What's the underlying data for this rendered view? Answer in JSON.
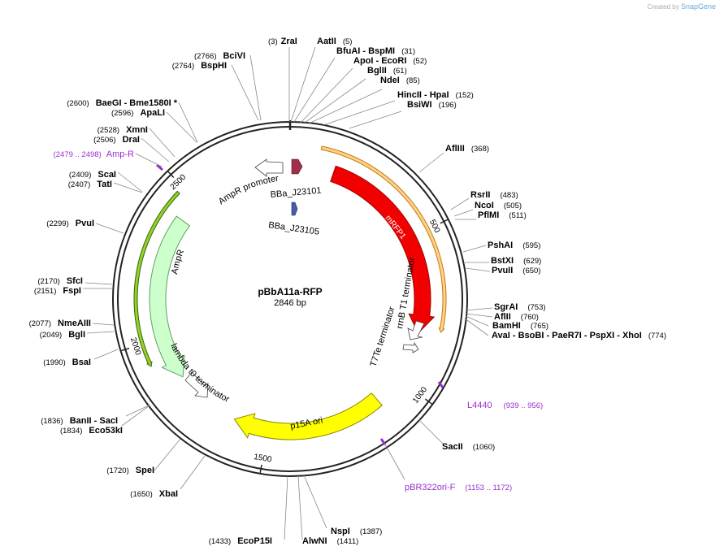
{
  "watermark": {
    "prefix": "Created by",
    "brand": "SnapGene"
  },
  "plasmid": {
    "name": "pBbA11a-RFP",
    "length_label": "2846 bp",
    "length": 2846
  },
  "ticks": [
    {
      "pos": 500,
      "label": "500"
    },
    {
      "pos": 1000,
      "label": "1000"
    },
    {
      "pos": 1500,
      "label": "1500"
    },
    {
      "pos": 2000,
      "label": "2000"
    },
    {
      "pos": 2500,
      "label": "2500"
    }
  ],
  "features": [
    {
      "id": "mrfp1",
      "label": "mRFP1",
      "start": 150,
      "end": 830,
      "ring": "inner",
      "color": "#f20000",
      "stroke": "#a00000",
      "label_color": "#ffffff"
    },
    {
      "id": "orange-arc",
      "label": "",
      "start": 93,
      "end": 810,
      "ring": "outer",
      "color": "#ffd28a",
      "stroke": "#c37a10",
      "label_color": "#000000"
    },
    {
      "id": "p15a-ori",
      "label": "p15A ori",
      "start": 1100,
      "end": 1620,
      "ring": "inner",
      "color": "#ffff00",
      "stroke": "#888800",
      "label_color": "#000000"
    },
    {
      "id": "ampr",
      "label": "AmpR",
      "start": 2420,
      "end": 1850,
      "ring": "inner",
      "color": "#ccffcc",
      "stroke": "#60a060",
      "label_color": "#000000"
    },
    {
      "id": "green-arc",
      "label": "",
      "start": 2480,
      "end": 1930,
      "ring": "outer",
      "color": "#9acd32",
      "stroke": "#2e6b00",
      "label_color": "#000000"
    }
  ],
  "labels": [
    {
      "id": "ampr-promoter",
      "text": "AmpR promoter"
    },
    {
      "id": "bba-j23101",
      "text": "BBa_J23101"
    },
    {
      "id": "bba-j23105",
      "text": "BBa_J23105"
    },
    {
      "id": "rrnb-t1",
      "text": "rrnB T1 terminator"
    },
    {
      "id": "t7te",
      "text": "T7Te terminator"
    },
    {
      "id": "lambda-t0",
      "text": "lambda t0 terminator"
    },
    {
      "id": "ampr-label",
      "text": "AmpR"
    },
    {
      "id": "p15a-label",
      "text": "p15A ori"
    }
  ],
  "sites": [
    {
      "name": "ZraI",
      "pos": "(3)",
      "side": "R"
    },
    {
      "name": "AatII",
      "pos": "(5)",
      "side": "R"
    },
    {
      "name": "BfuAI - BspMI",
      "pos": "(31)",
      "side": "R"
    },
    {
      "name": "ApoI - EcoRI",
      "pos": "(52)",
      "side": "R"
    },
    {
      "name": "BglII",
      "pos": "(61)",
      "side": "R"
    },
    {
      "name": "NdeI",
      "pos": "(85)",
      "side": "R"
    },
    {
      "name": "HincII - HpaI",
      "pos": "(152)",
      "side": "R"
    },
    {
      "name": "BsiWI",
      "pos": "(196)",
      "side": "R"
    },
    {
      "name": "AflIII",
      "pos": "(368)",
      "side": "R"
    },
    {
      "name": "RsrII",
      "pos": "(483)",
      "side": "R"
    },
    {
      "name": "NcoI",
      "pos": "(505)",
      "side": "R"
    },
    {
      "name": "PflMI",
      "pos": "(511)",
      "side": "R"
    },
    {
      "name": "PshAI",
      "pos": "(595)",
      "side": "R"
    },
    {
      "name": "BstXI",
      "pos": "(629)",
      "side": "R"
    },
    {
      "name": "PvuII",
      "pos": "(650)",
      "side": "R"
    },
    {
      "name": "SgrAI",
      "pos": "(753)",
      "side": "R"
    },
    {
      "name": "AflII",
      "pos": "(760)",
      "side": "R"
    },
    {
      "name": "BamHI",
      "pos": "(765)",
      "side": "R"
    },
    {
      "name": "AvaI - BsoBI - PaeR7I - PspXI - XhoI",
      "pos": "(774)",
      "side": "R"
    },
    {
      "name": "SacII",
      "pos": "(1060)",
      "side": "R"
    },
    {
      "name": "NspI",
      "pos": "(1387)",
      "side": "R"
    },
    {
      "name": "AlwNI",
      "pos": "(1411)",
      "side": "R"
    },
    {
      "name": "EcoP15I",
      "pos": "(1433)",
      "side": "L"
    },
    {
      "name": "XbaI",
      "pos": "(1650)",
      "side": "L"
    },
    {
      "name": "SpeI",
      "pos": "(1720)",
      "side": "L"
    },
    {
      "name": "Eco53kI",
      "pos": "(1834)",
      "side": "L"
    },
    {
      "name": "BanII - SacI",
      "pos": "(1836)",
      "side": "L"
    },
    {
      "name": "BsaI",
      "pos": "(1990)",
      "side": "L"
    },
    {
      "name": "BglI",
      "pos": "(2049)",
      "side": "L"
    },
    {
      "name": "NmeAIII",
      "pos": "(2077)",
      "side": "L"
    },
    {
      "name": "FspI",
      "pos": "(2151)",
      "side": "L"
    },
    {
      "name": "SfcI",
      "pos": "(2170)",
      "side": "L"
    },
    {
      "name": "PvuI",
      "pos": "(2299)",
      "side": "L"
    },
    {
      "name": "TatI",
      "pos": "(2407)",
      "side": "L"
    },
    {
      "name": "ScaI",
      "pos": "(2409)",
      "side": "L"
    },
    {
      "name": "DraI",
      "pos": "(2506)",
      "side": "L"
    },
    {
      "name": "XmnI",
      "pos": "(2528)",
      "side": "L"
    },
    {
      "name": "ApaLI",
      "pos": "(2596)",
      "side": "L"
    },
    {
      "name": "BaeGI - Bme1580I *",
      "pos": "(2600)",
      "side": "L"
    },
    {
      "name": "BspHI",
      "pos": "(2764)",
      "side": "L"
    },
    {
      "name": "BciVI",
      "pos": "(2766)",
      "side": "L"
    }
  ],
  "primers": [
    {
      "name": "Amp-R",
      "range": "(2479 .. 2498)"
    },
    {
      "name": "L4440",
      "range": "(939 .. 956)"
    },
    {
      "name": "pBR322ori-F",
      "range": "(1153 .. 1172)"
    }
  ],
  "colors": {
    "backbone": "#222222",
    "primer": "#9b2fcf",
    "leader": "#888888",
    "j23101": "#a0304a",
    "j23105": "#4a5aa8"
  }
}
